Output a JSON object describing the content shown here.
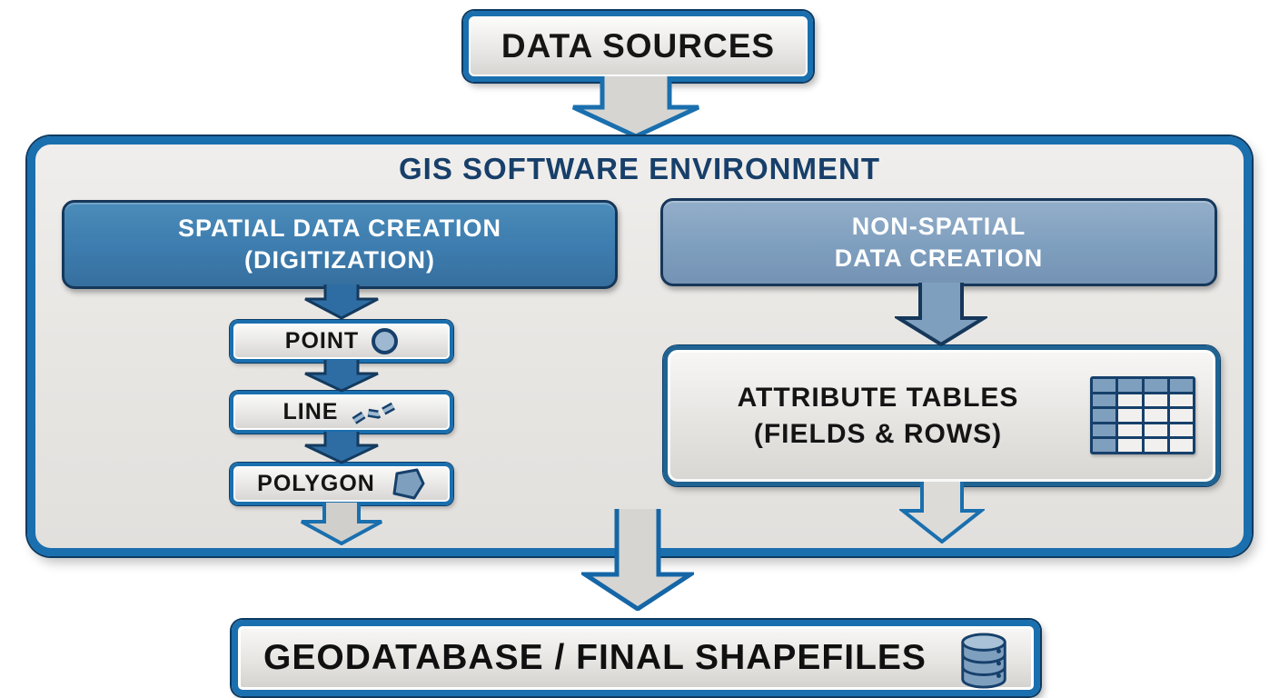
{
  "diagram": {
    "data_sources": "DATA SOURCES",
    "gis_environment_title": "GIS SOFTWARE ENVIRONMENT",
    "spatial_header_line1": "SPATIAL DATA CREATION",
    "spatial_header_line2": "(DIGITIZATION)",
    "non_spatial_header_line1": "NON-SPATIAL",
    "non_spatial_header_line2": "DATA CREATION",
    "point_label": "POINT",
    "line_label": "LINE",
    "polygon_label": "POLYGON",
    "attribute_line1": "ATTRIBUTE TABLES",
    "attribute_line2": "(FIELDS & ROWS)",
    "geodatabase_label": "GEODATABASE / FINAL SHAPEFILES"
  },
  "icons": {
    "point_icon": "point-circle-icon",
    "line_icon": "polyline-icon",
    "polygon_icon": "polygon-icon",
    "attribute_icon": "table-grid-icon",
    "geodatabase_icon": "database-icon",
    "arrow_icon": "arrow-down-icon"
  },
  "colors": {
    "primary_blue": "#1a6fae",
    "dark_navy": "#16375a",
    "medium_blue_fill": "#3e7db1",
    "steel_blue_fill": "#7f9fbf",
    "title_navy": "#173f6a",
    "box_gray": "#d6d5d2"
  },
  "table_icon_grid": {
    "rows": 5,
    "cols": 4
  }
}
